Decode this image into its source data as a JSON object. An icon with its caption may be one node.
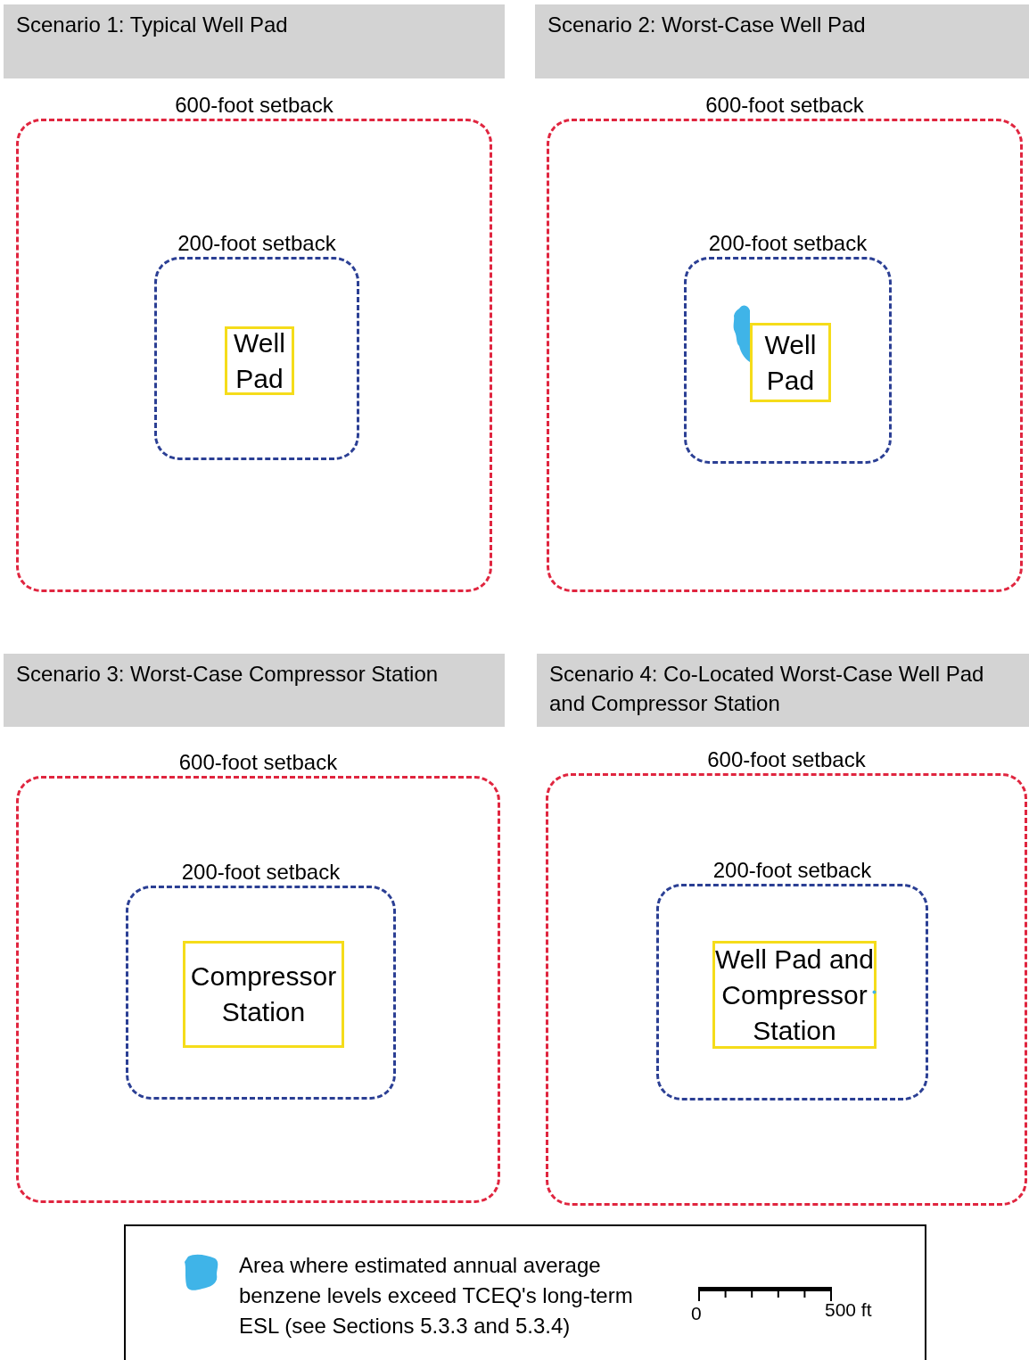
{
  "diagram": {
    "nodes": [
      {
        "text": [
          "Scenario 1: Typical Well Pad"
        ]
      },
      {
        "text": [
          "600-foot setback"
        ]
      },
      {
        "text": [
          "200-foot setback"
        ],
        "in": 1
      },
      {
        "text": [
          "Well Pad"
        ],
        "in": 2
      },
      {
        "text": [
          "Scenario 2: Worst-Case Well Pad"
        ]
      },
      {
        "text": [
          "600-foot setback"
        ]
      },
      {
        "text": [
          "200-foot setback"
        ],
        "in": 5
      },
      {
        "text": [
          "Well Pad"
        ],
        "in": 6
      },
      {
        "text": [
          "Scenario 3: Worst-Case Compressor Station"
        ]
      },
      {
        "text": [
          "600-foot setback"
        ]
      },
      {
        "text": [
          "200-foot setback"
        ],
        "in": 9
      },
      {
        "text": [
          "Compressor Station"
        ],
        "in": 10
      },
      {
        "text": [
          "Scenario 4: Co-Located Worst-Case Well Pad and Compressor Station"
        ]
      },
      {
        "text": [
          "600-foot setback"
        ]
      },
      {
        "text": [
          "200-foot setback"
        ],
        "in": 13
      },
      {
        "text": [
          "Well Pad and Compressor Station"
        ],
        "in": 14
      }
    ],
    "edges": [],
    "labels": [
      "0",
      "500 ft"
    ],
    "legend": [
      {
        "text": "Area where estimated annual average benzene levels exceed TCEQ's long-term ESL (see Sections 5.3.3 and 5.3.4)",
        "color": "#3fb4e8"
      }
    ]
  }
}
